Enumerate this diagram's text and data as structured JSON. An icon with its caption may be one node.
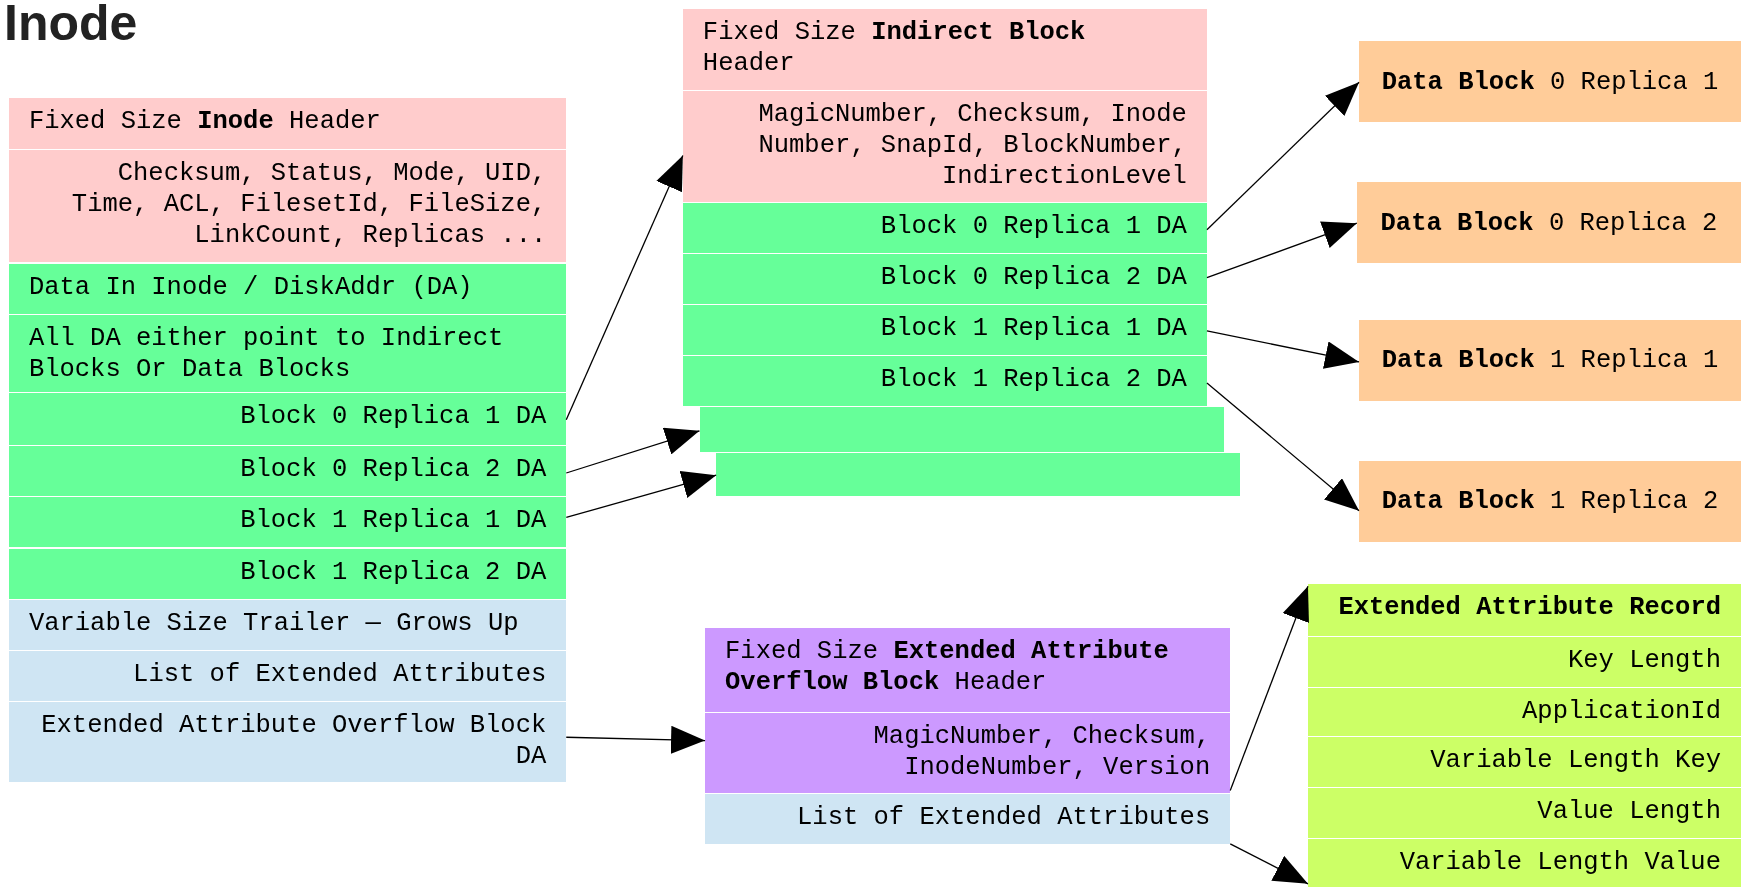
{
  "diagram": {
    "title": "Inode",
    "nodes": [
      {
        "text": [
          "Fixed Size **Inode** Header"
        ]
      },
      {
        "text": [
          "Checksum, Status, Mode, UID, Time, ACL, FilesetId, FileSize, LinkCount, Replicas ..."
        ]
      },
      {
        "text": [
          "Data In Inode / DiskAddr (DA)"
        ]
      },
      {
        "text": [
          "All DA either point to Indirect Blocks Or Data Blocks"
        ]
      },
      {
        "text": [
          "Block 0 Replica 1 DA"
        ]
      },
      {
        "text": [
          "Block 0 Replica 2 DA"
        ]
      },
      {
        "text": [
          "Block 1 Replica 1 DA"
        ]
      },
      {
        "text": [
          "Block 1 Replica 2 DA"
        ]
      },
      {
        "text": [
          "Variable Size Trailer — Grows Up"
        ]
      },
      {
        "text": [
          "List of Extended Attributes"
        ]
      },
      {
        "text": [
          "Extended Attribute Overflow Block DA"
        ]
      },
      {
        "text": [
          "Fixed Size **Indirect Block** Header"
        ]
      },
      {
        "text": [
          "MagicNumber, Checksum, Inode Number, SnapId, BlockNumber, IndirectionLevel"
        ]
      },
      {
        "text": [
          "Block 0 Replica 1 DA"
        ]
      },
      {
        "text": [
          "Block 0 Replica 2 DA"
        ]
      },
      {
        "text": [
          "Block 1 Replica 1 DA"
        ]
      },
      {
        "text": [
          "Block 1 Replica 2 DA"
        ]
      },
      {
        "text": [],
        "shape": "box"
      },
      {
        "text": [],
        "shape": "box"
      },
      {
        "text": [
          "**Data Block** 0 Replica 1"
        ]
      },
      {
        "text": [
          "**Data Block** 0 Replica 2"
        ]
      },
      {
        "text": [
          "**Data Block** 1 Replica 1"
        ]
      },
      {
        "text": [
          "**Data Block** 1 Replica 2"
        ]
      },
      {
        "text": [
          "Fixed Size **Extended Attribute Overflow Block** Header"
        ]
      },
      {
        "text": [
          "MagicNumber, Checksum, InodeNumber, Version"
        ]
      },
      {
        "text": [
          "List of Extended Attributes"
        ]
      },
      {
        "text": [
          "Extended Attribute Record"
        ]
      },
      {
        "text": [
          "Key Length"
        ]
      },
      {
        "text": [
          "ApplicationId"
        ]
      },
      {
        "text": [
          "Variable Length Key"
        ]
      },
      {
        "text": [
          "Value Length"
        ]
      },
      {
        "text": [
          "Variable Length Value"
        ]
      }
    ],
    "edges": [
      {
        "from": 4,
        "to": 12,
        "arrow": "to"
      },
      {
        "from": 5,
        "to": 17,
        "arrow": "to"
      },
      {
        "from": 6,
        "to": 18,
        "arrow": "to"
      },
      {
        "from": 13,
        "to": 19,
        "arrow": "to"
      },
      {
        "from": 14,
        "to": 20,
        "arrow": "to"
      },
      {
        "from": 15,
        "to": 21,
        "arrow": "to"
      },
      {
        "from": 16,
        "to": 22,
        "arrow": "to"
      },
      {
        "from": 10,
        "to": 24,
        "arrow": "to"
      },
      {
        "from": 24,
        "to": 26,
        "arrow": "to"
      },
      {
        "from": 25,
        "to": 31,
        "arrow": "to"
      }
    ]
  }
}
